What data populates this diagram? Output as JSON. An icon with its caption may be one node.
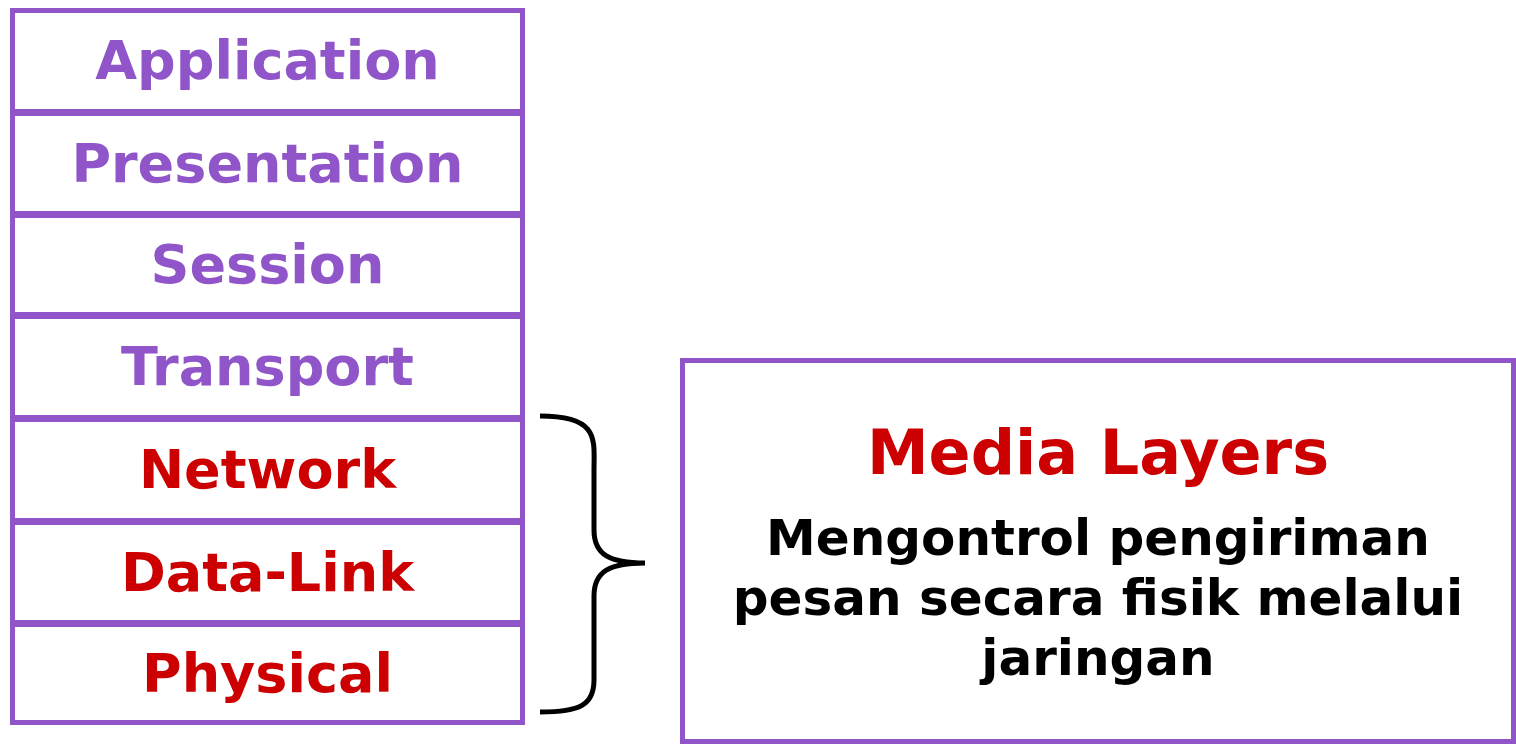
{
  "diagram": {
    "nodes": [
      {
        "text": [
          "Application"
        ]
      },
      {
        "text": [
          "Presentation"
        ]
      },
      {
        "text": [
          "Session"
        ]
      },
      {
        "text": [
          "Transport"
        ]
      },
      {
        "text": [
          "Network"
        ]
      },
      {
        "text": [
          "Data-Link"
        ]
      },
      {
        "text": [
          "Physical"
        ]
      },
      {
        "text": [
          "Media Layers",
          "Mengontrol pengiriman pesan secara fisik melalui jaringan"
        ]
      }
    ]
  }
}
